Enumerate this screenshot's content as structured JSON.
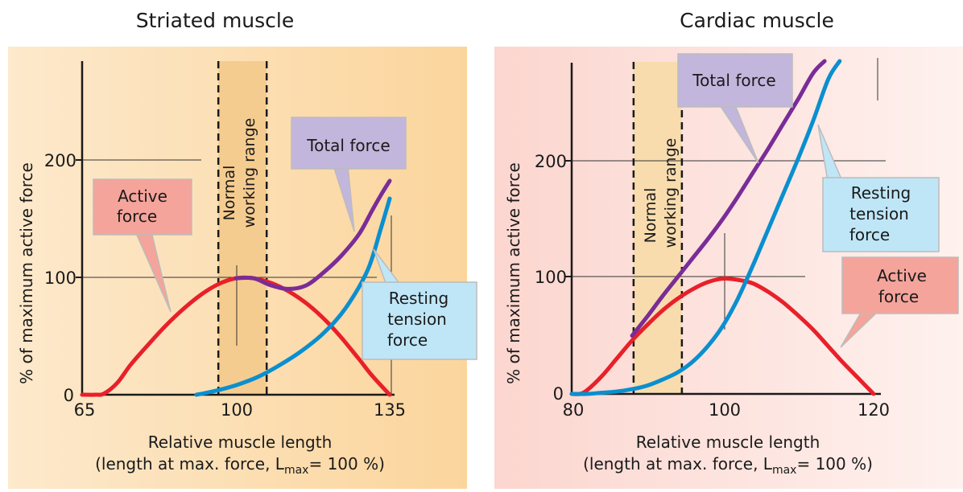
{
  "chart_data": [
    {
      "type": "line",
      "title": "Striated muscle",
      "xlabel_line1": "Relative muscle length",
      "xlabel_line2_pre": "(length at max. force, L",
      "xlabel_line2_sub": "max",
      "xlabel_line2_post": "= 100 %)",
      "ylabel": "% of maximum active force",
      "xlim": [
        65,
        135
      ],
      "ylim": [
        0,
        280
      ],
      "xticks": [
        "65",
        "100",
        "135"
      ],
      "yticks": [
        "0",
        "100",
        "200"
      ],
      "background_gradient": [
        "#fde9cc",
        "#fbd59c"
      ],
      "working_range": {
        "x": [
          96,
          107
        ],
        "label_line1": "Normal",
        "label_line2": "working range",
        "fill": "#f5cc8f"
      },
      "annotations": {
        "active": {
          "line1": "Active",
          "line2": "force"
        },
        "total": {
          "line1": "Total force"
        },
        "resting": {
          "line1": "Resting",
          "line2": "tension",
          "line3": "force"
        }
      },
      "series": [
        {
          "name": "Active force",
          "color": "#e8202a",
          "x": [
            65,
            68,
            70,
            73,
            76,
            80,
            84,
            88,
            92,
            96,
            100,
            104,
            108,
            112,
            116,
            120,
            124,
            128,
            131,
            135
          ],
          "y": [
            0,
            0,
            1,
            10,
            25,
            42,
            58,
            72,
            84,
            93,
            98,
            98,
            94,
            87,
            77,
            64,
            48,
            30,
            16,
            0
          ]
        },
        {
          "name": "Resting tension force",
          "color": "#0a8fcf",
          "x": [
            91,
            95,
            100,
            105,
            110,
            115,
            120,
            125,
            130,
            133,
            135
          ],
          "y": [
            0,
            3,
            8,
            15,
            25,
            37,
            52,
            73,
            105,
            140,
            165
          ]
        },
        {
          "name": "Total force",
          "color": "#7a2c97",
          "x": [
            100,
            104,
            108,
            112,
            116,
            120,
            124,
            128,
            131,
            133,
            135
          ],
          "y": [
            98,
            98,
            92,
            89,
            92,
            103,
            117,
            135,
            155,
            168,
            180
          ]
        }
      ]
    },
    {
      "type": "line",
      "title": "Cardiac muscle",
      "xlabel_line1": "Relative muscle length",
      "xlabel_line2_pre": "(length at max. force, L",
      "xlabel_line2_sub": "max",
      "xlabel_line2_post": "= 100 %)",
      "ylabel": "% of maximum active force",
      "xlim": [
        80,
        120
      ],
      "ylim": [
        0,
        280
      ],
      "xticks": [
        "80",
        "100",
        "120"
      ],
      "yticks": [
        "0",
        "100",
        "200"
      ],
      "background_gradient": [
        "#fcd6cf",
        "#fef1ee"
      ],
      "working_range": {
        "x": [
          88.2,
          94.6
        ],
        "label_line1": "Normal",
        "label_line2": "working range",
        "fill": "#f8dcae"
      },
      "annotations": {
        "total": {
          "line1": "Total force"
        },
        "resting": {
          "line1": "Resting",
          "line2": "tension",
          "line3": "force"
        },
        "active": {
          "line1": "Active",
          "line2": "force"
        }
      },
      "series": [
        {
          "name": "Active force",
          "color": "#e8202a",
          "x": [
            80,
            81,
            82,
            84,
            86,
            88,
            90,
            92,
            94,
            96,
            98,
            100,
            102,
            104,
            106,
            108,
            110,
            112,
            114,
            116,
            118,
            120
          ],
          "y": [
            0,
            0,
            3,
            15,
            30,
            45,
            58,
            70,
            80,
            88,
            94,
            97,
            96,
            93,
            86,
            77,
            66,
            54,
            40,
            26,
            13,
            0
          ]
        },
        {
          "name": "Resting tension force",
          "color": "#0a8fcf",
          "x": [
            80,
            82,
            84,
            86,
            88,
            90,
            92,
            94,
            96,
            98,
            100,
            102,
            104,
            106,
            108,
            110,
            112,
            114,
            115.5
          ],
          "y": [
            0,
            0,
            1,
            2,
            4,
            7,
            12,
            18,
            27,
            40,
            57,
            80,
            108,
            138,
            168,
            198,
            230,
            265,
            280
          ]
        },
        {
          "name": "Total force",
          "color": "#7a2c97",
          "x": [
            88,
            90,
            92,
            94,
            96,
            98,
            100,
            102,
            104,
            106,
            108,
            110,
            112,
            113.5
          ],
          "y": [
            49,
            65,
            82,
            98,
            114,
            130,
            147,
            166,
            186,
            206,
            227,
            248,
            270,
            280
          ]
        }
      ]
    }
  ]
}
